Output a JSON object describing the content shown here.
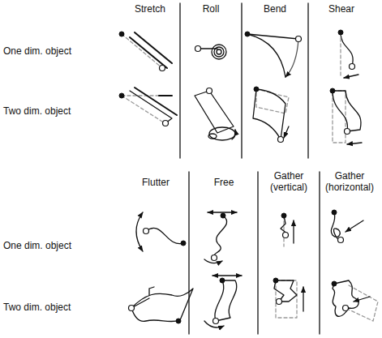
{
  "diagram": {
    "labels": [
      "Stretch",
      "Roll",
      "Bend",
      "Shear",
      "One dim. object",
      "Two dim. object",
      "Flutter",
      "Free",
      "Gather (vertical)",
      "Gather (horizontal)",
      "One dim. object",
      "Two dim. object"
    ]
  }
}
